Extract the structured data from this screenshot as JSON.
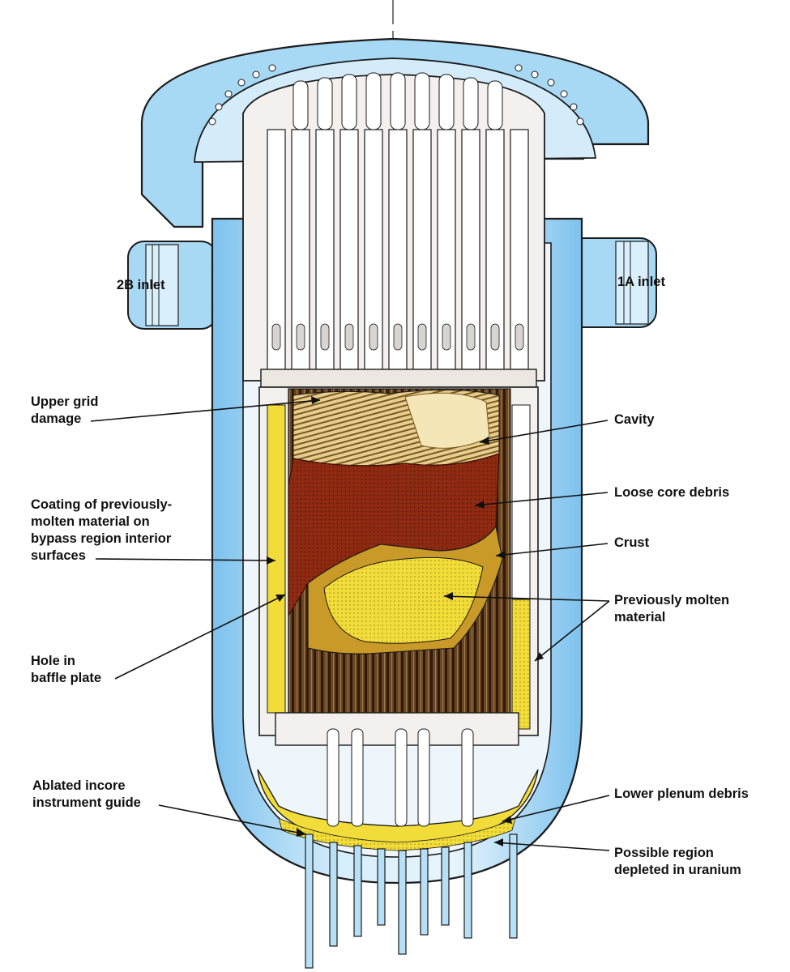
{
  "labels": {
    "inlet_2b": "2B inlet",
    "inlet_1a": "1A inlet",
    "upper_grid": [
      "Upper grid",
      "damage"
    ],
    "coating": [
      "Coating of previously-",
      "molten material on",
      "bypass region interior",
      "surfaces"
    ],
    "hole_baffle": [
      "Hole in",
      "baffle plate"
    ],
    "ablated": [
      "Ablated incore",
      "instrument guide"
    ],
    "cavity": "Cavity",
    "loose_debris": "Loose core debris",
    "crust": "Crust",
    "prev_molten": [
      "Previously molten",
      "material"
    ],
    "lower_plenum": "Lower plenum debris",
    "depleted": [
      "Possible region",
      "depleted in uranium"
    ]
  },
  "colors": {
    "vessel_blue": "#8ecbf0",
    "vessel_blue_light": "#d4ecfa",
    "internals": "#f3f0ee",
    "debris_red": "#8e2a12",
    "molten_yellow": "#f1dc3a",
    "crust_orange": "#c99a27",
    "upper_debris": "#e4c98a",
    "rod_brown": "#5b3a1c",
    "outline": "#1b1b1b"
  }
}
